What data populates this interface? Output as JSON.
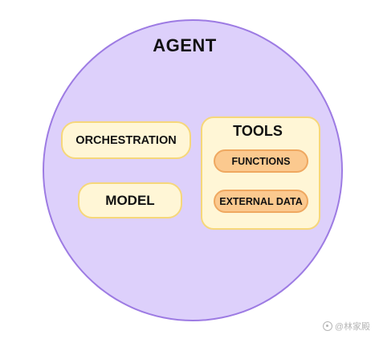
{
  "agent": {
    "title": "AGENT"
  },
  "components": {
    "orchestration": "ORCHESTRATION",
    "model": "MODEL"
  },
  "tools": {
    "title": "TOOLS",
    "items": [
      "FUNCTIONS",
      "EXTERNAL DATA"
    ]
  },
  "watermark": {
    "text": "@林家殿",
    "icon": "weibo-icon"
  },
  "colors": {
    "agent_fill": "#ddd0fb",
    "agent_border": "#9d7be3",
    "box_fill": "#fff6d6",
    "box_border": "#f6d77a",
    "tool_fill": "#fbc98f",
    "tool_border": "#efa860"
  }
}
